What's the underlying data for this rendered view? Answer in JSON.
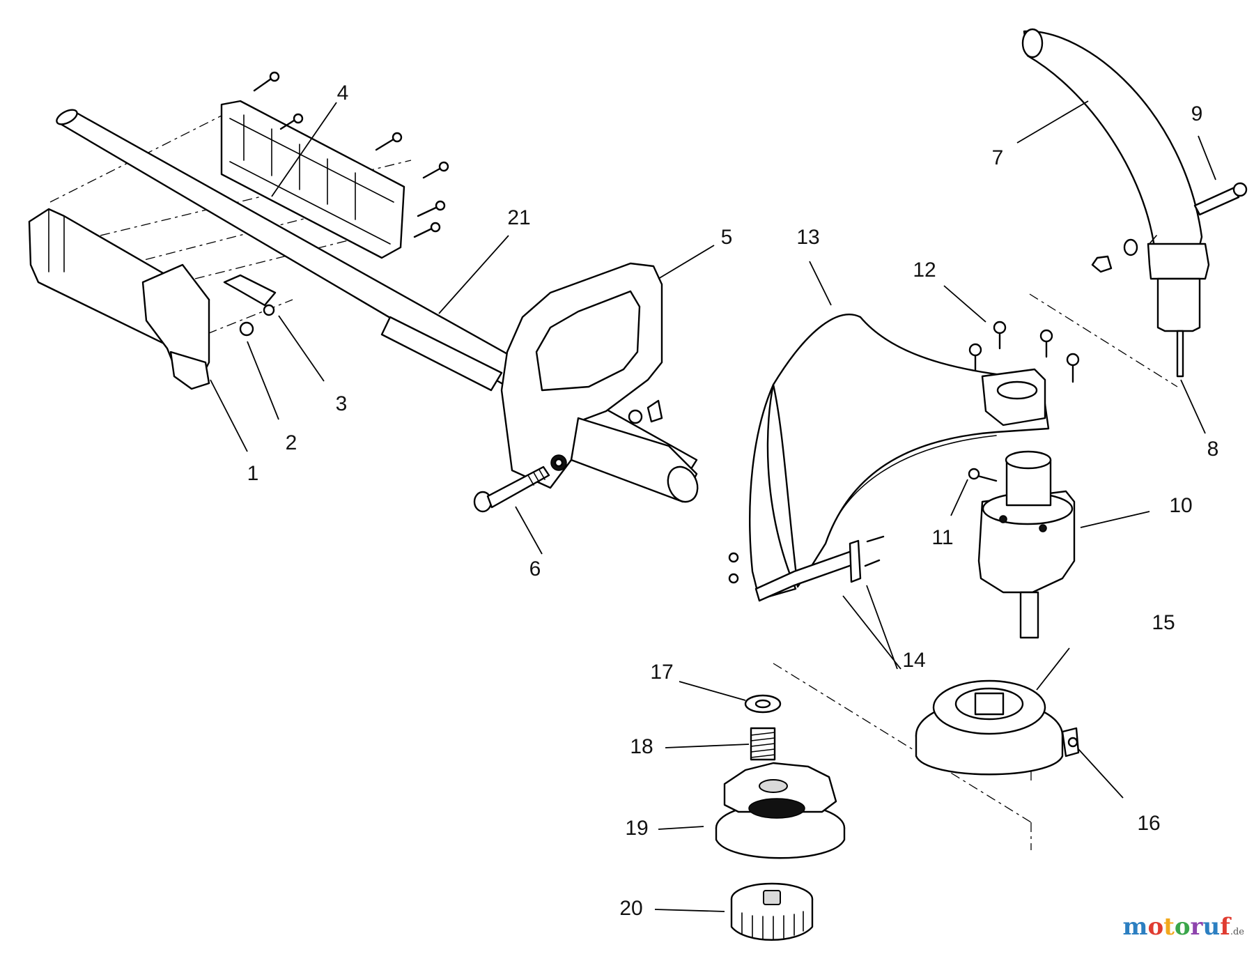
{
  "callouts": {
    "c1": "1",
    "c2": "2",
    "c3": "3",
    "c4": "4",
    "c5": "5",
    "c6": "6",
    "c7": "7",
    "c8": "8",
    "c9": "9",
    "c10": "10",
    "c11": "11",
    "c12": "12",
    "c13": "13",
    "c14": "14",
    "c15": "15",
    "c16": "16",
    "c17": "17",
    "c18": "18",
    "c19": "19",
    "c20": "20",
    "c21": "21"
  },
  "watermark": {
    "text": "motoruf",
    "suffix": ".de",
    "letter_colors": [
      "#2c7fc1",
      "#e03c31",
      "#f2a81d",
      "#3aa64a",
      "#8e44ad",
      "#2c7fc1",
      "#e03c31"
    ]
  }
}
